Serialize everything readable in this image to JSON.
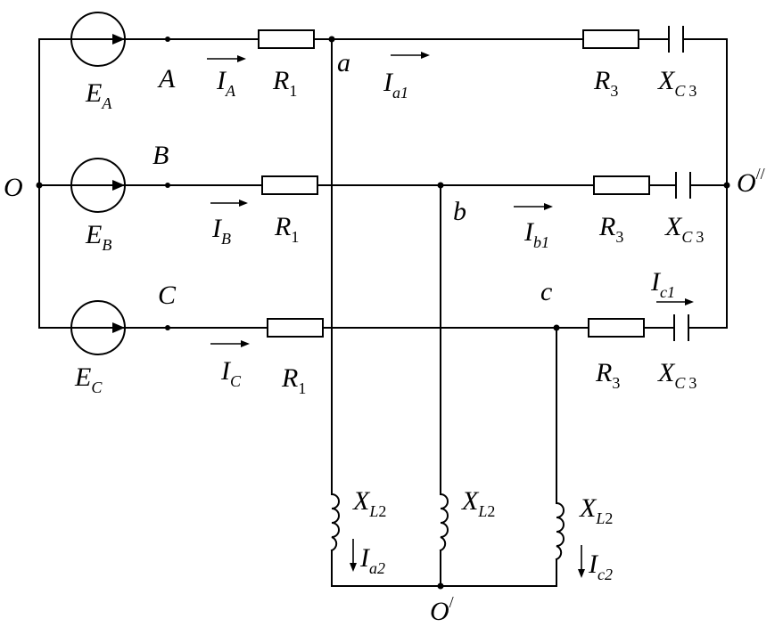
{
  "nodes": {
    "O": "O",
    "O_prime": "O",
    "O_prime_mark": "/",
    "O_dprime": "O",
    "O_dprime_mark": "//",
    "A": "A",
    "B": "B",
    "C": "C",
    "a": "a",
    "b": "b",
    "c": "c"
  },
  "sources": {
    "EA": {
      "main": "E",
      "sub": "A"
    },
    "EB": {
      "main": "E",
      "sub": "B"
    },
    "EC": {
      "main": "E",
      "sub": "C"
    }
  },
  "currents": {
    "IA": {
      "main": "I",
      "sub": "A"
    },
    "IB": {
      "main": "I",
      "sub": "B"
    },
    "IC": {
      "main": "I",
      "sub": "C"
    },
    "Ia1": {
      "main": "I",
      "sub": "a1"
    },
    "Ib1": {
      "main": "I",
      "sub": "b1"
    },
    "Ic1": {
      "main": "I",
      "sub": "c1"
    },
    "Ia2": {
      "main": "I",
      "sub": "a2"
    },
    "Ic2": {
      "main": "I",
      "sub": "c2"
    }
  },
  "elements": {
    "R1": {
      "main": "R",
      "sub": "1"
    },
    "R3": {
      "main": "R",
      "sub": "3"
    },
    "XC3": {
      "main": "X",
      "sub": "C",
      "sub2": "3"
    },
    "XL2": {
      "main": "X",
      "sub": "L",
      "sub2": "2"
    }
  }
}
